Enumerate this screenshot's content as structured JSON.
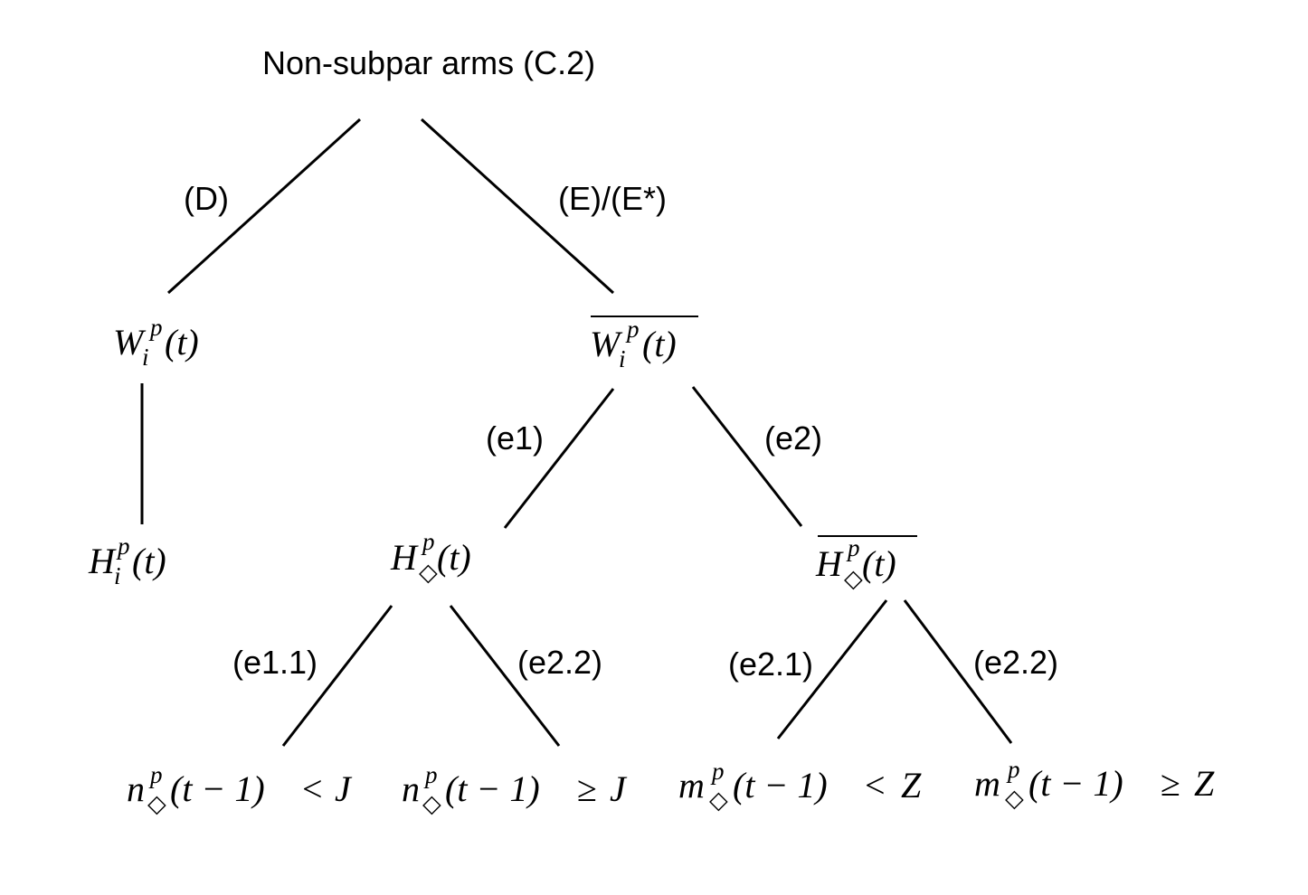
{
  "root": {
    "label": "Non-subpar arms (C.2)"
  },
  "branch_labels": {
    "D": "(D)",
    "E": "(E)/(E*)",
    "e1": "(e1)",
    "e2": "(e2)",
    "e1_1": "(e1.1)",
    "e2_2_left": "(e2.2)",
    "e2_1": "(e2.1)",
    "e2_2_right": "(e2.2)"
  },
  "math": {
    "W": "W",
    "H": "H",
    "n": "n",
    "m": "m",
    "i": "i",
    "p": "p",
    "diamond": "◇",
    "paren_t": "(t)",
    "t_minus_1_open": "(t − 1)",
    "lt": "<",
    "ge": "≥",
    "J": "J",
    "Z": "Z"
  }
}
